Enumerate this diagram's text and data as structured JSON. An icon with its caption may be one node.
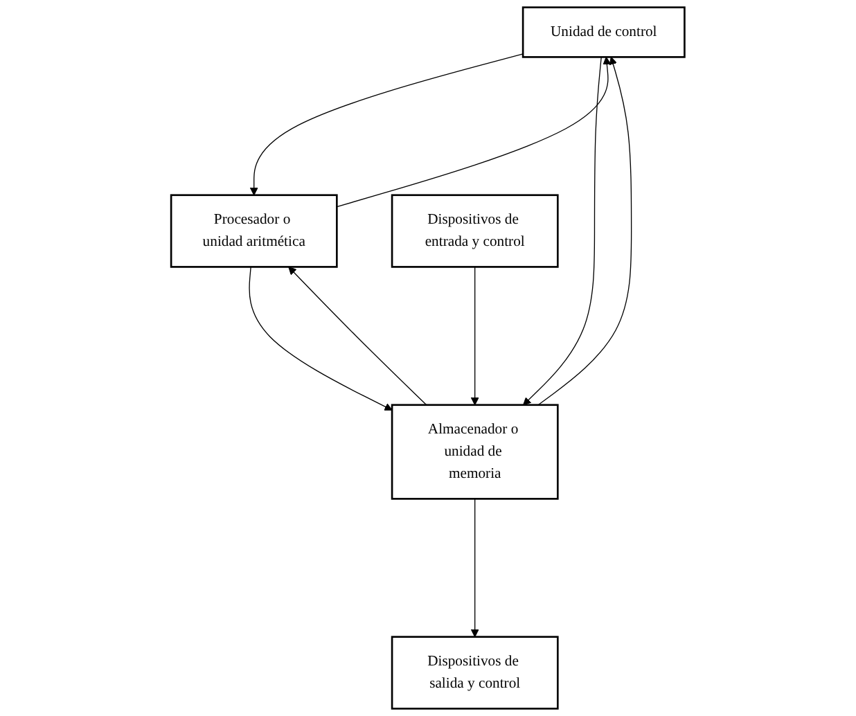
{
  "diagram": {
    "nodes": [
      {
        "text": [
          "Unidad de control"
        ]
      },
      {
        "text": [
          "Procesador o unidad aritmética"
        ]
      },
      {
        "text": [
          "Almacenador o unidad de memoria"
        ]
      },
      {
        "text": [
          "Dispositivos de entrada y control"
        ]
      },
      {
        "text": [
          "Dispositivos de salida y control"
        ]
      }
    ],
    "edges": [
      {
        "from": 1,
        "to": 0,
        "arrow": "to"
      },
      {
        "from": 0,
        "to": 1,
        "arrow": "to"
      },
      {
        "from": 1,
        "to": 2,
        "arrow": "to"
      },
      {
        "from": 2,
        "to": 1,
        "arrow": "to"
      },
      {
        "from": 2,
        "to": 0,
        "arrow": "to"
      },
      {
        "from": 0,
        "to": 2,
        "arrow": "to"
      },
      {
        "from": 3,
        "to": 2,
        "arrow": "to"
      },
      {
        "from": 2,
        "to": 4,
        "arrow": "to"
      }
    ]
  }
}
